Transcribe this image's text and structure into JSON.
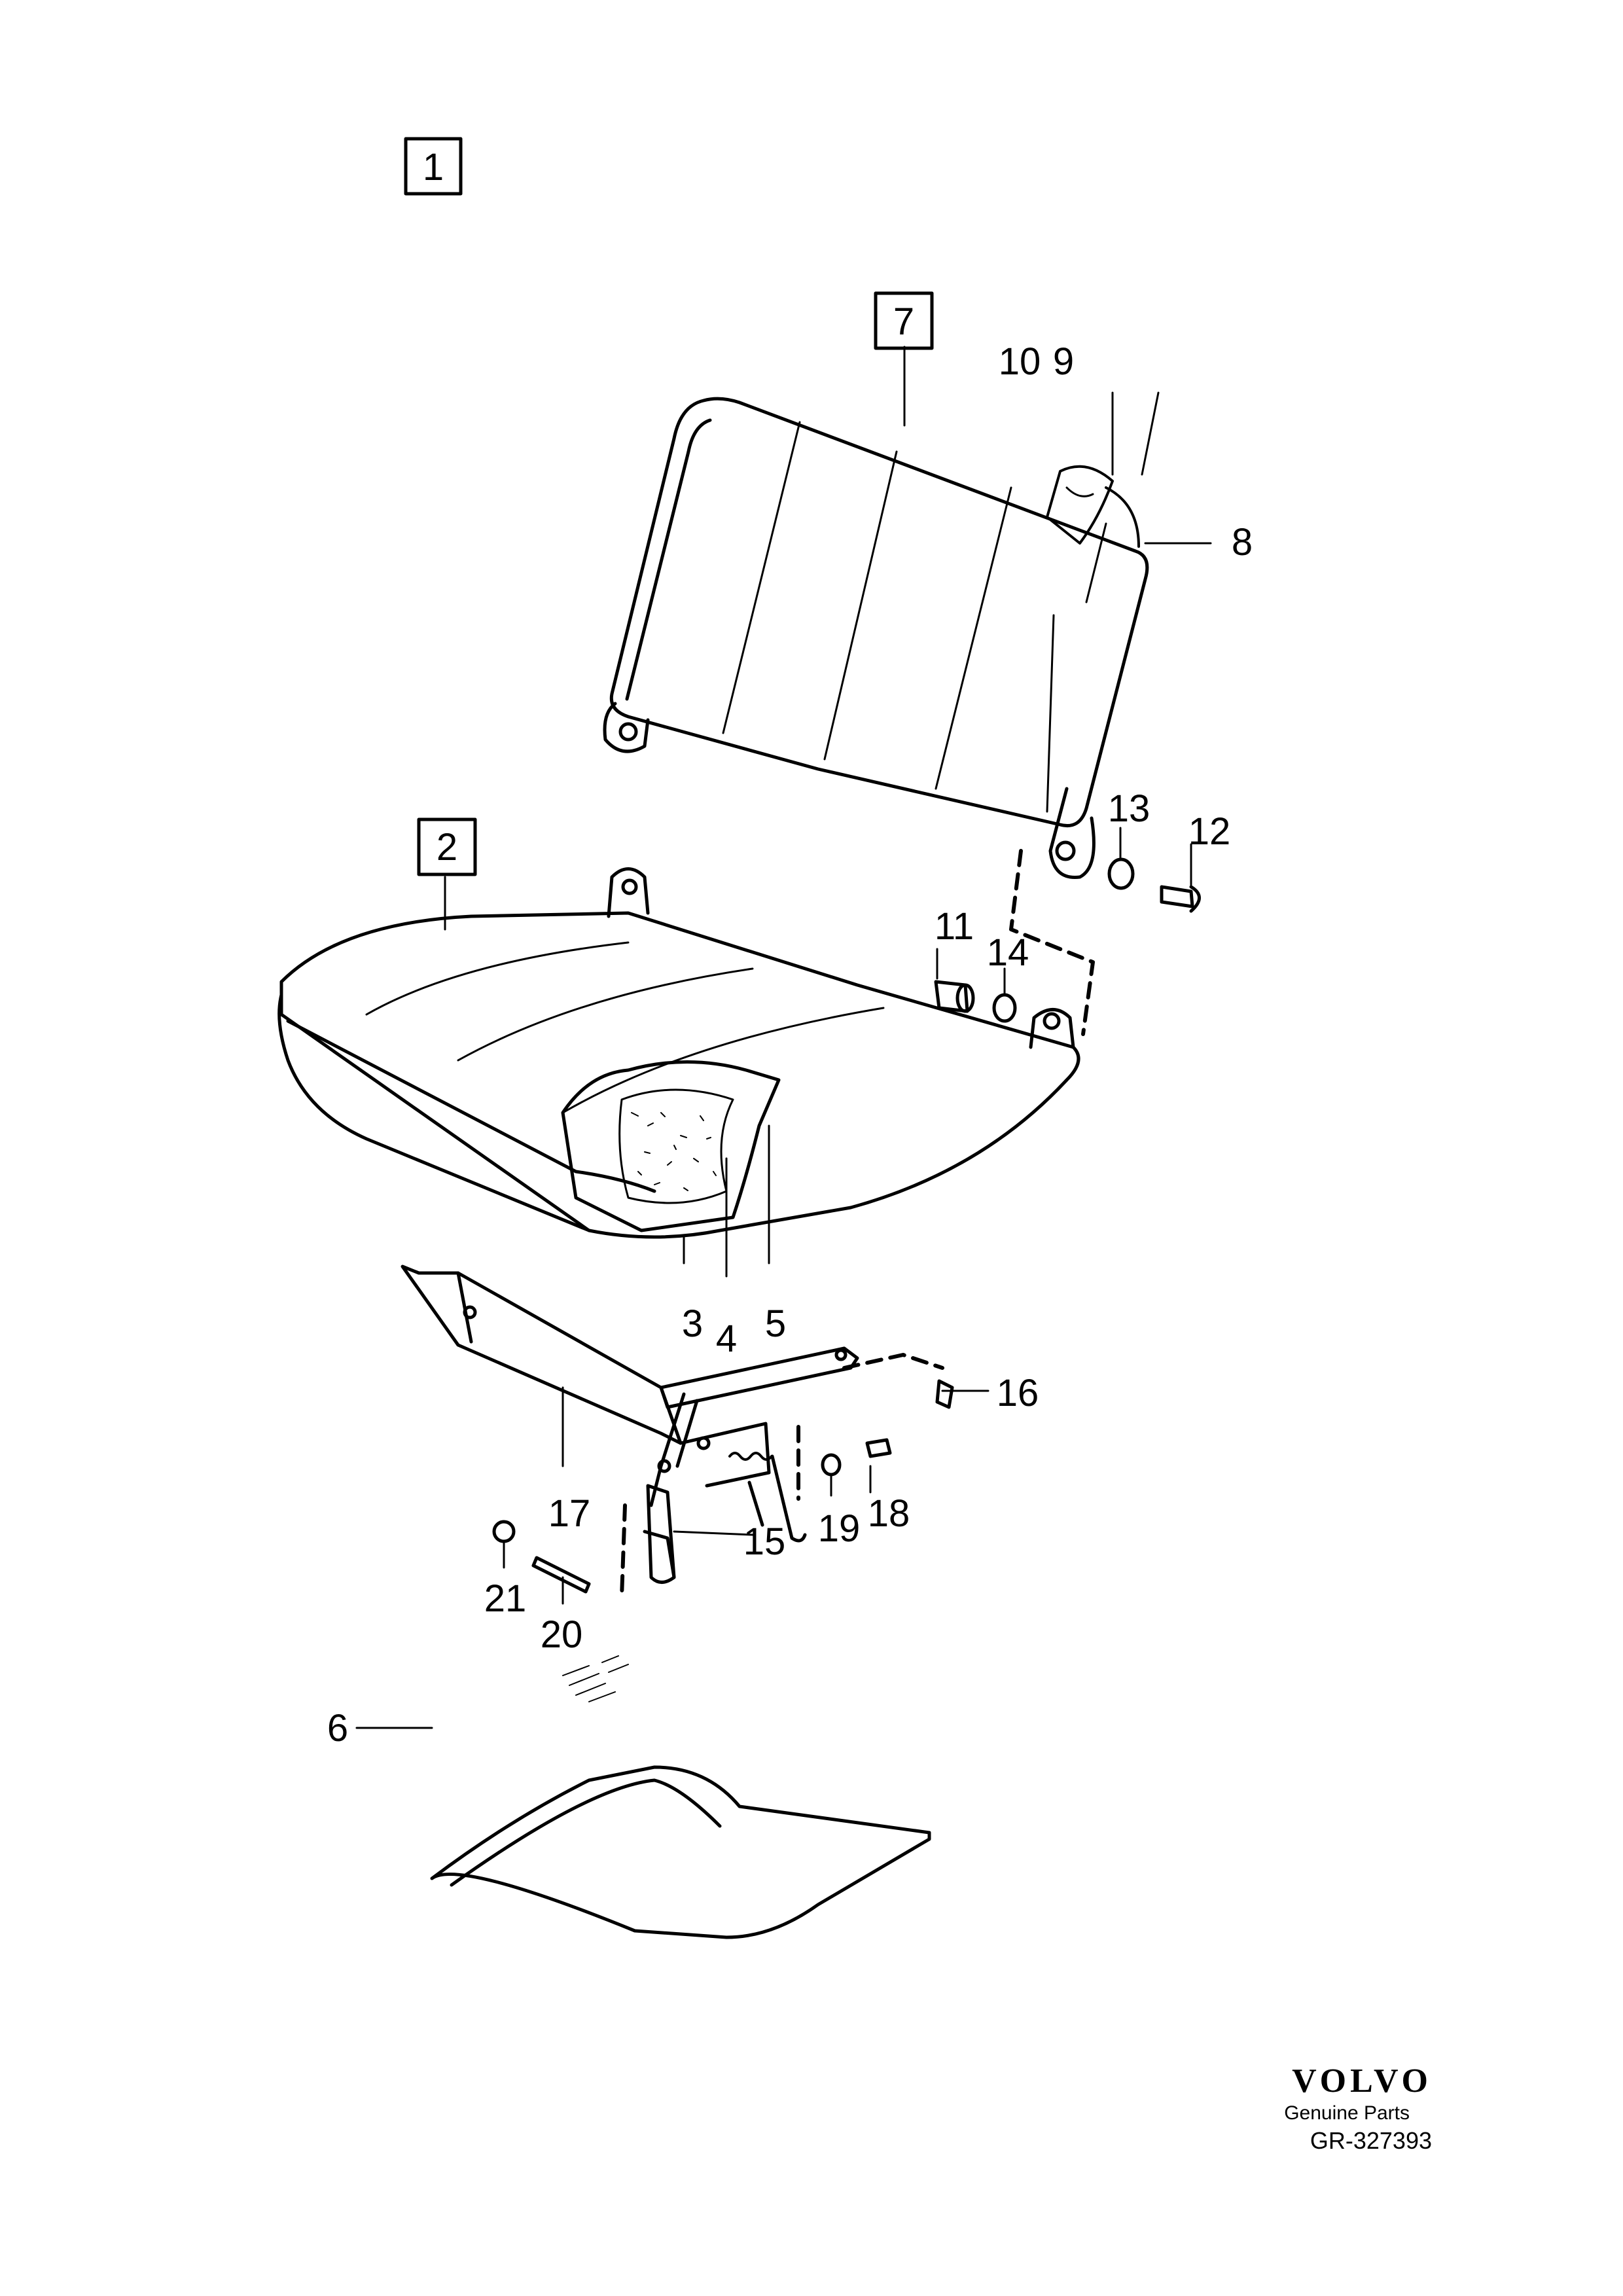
{
  "diagram": {
    "boxed_labels": {
      "assembly": "1",
      "seat_cushion": "2",
      "backrest": "7"
    },
    "callouts": {
      "cushion_base": "3",
      "cushion_padding": "4",
      "cushion_cover": "5",
      "floor_mat": "6",
      "backrest_frame": "8",
      "backrest_padding": "9",
      "backrest_cover": "10",
      "bushing": "11",
      "hinge_bolt": "12",
      "hinge_washer": "13",
      "spacer_washer": "14",
      "latch": "15",
      "screw_16": "16",
      "bracket": "17",
      "screw_18": "18",
      "washer_19": "19",
      "pin": "20",
      "nut": "21"
    }
  },
  "footer": {
    "brand": "VOLVO",
    "tagline": "Genuine Parts",
    "doc_number": "GR-327393"
  }
}
